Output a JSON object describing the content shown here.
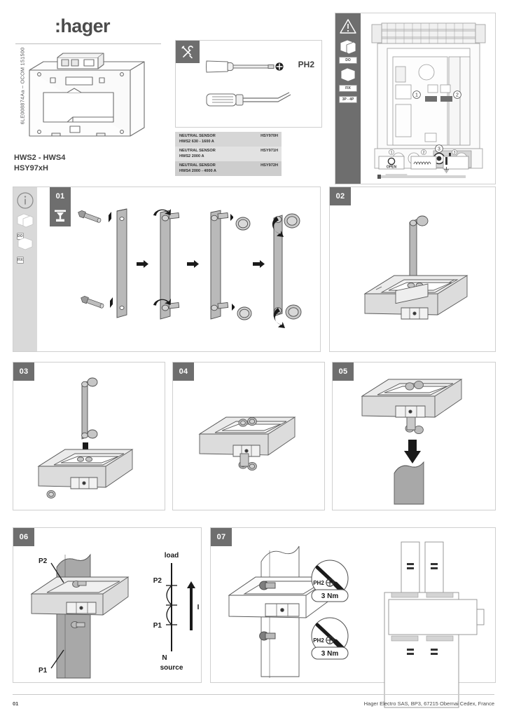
{
  "document": {
    "brand": ":hager",
    "side_code": "6LE008874Aa – OCOM 151500",
    "product_title_line1": "HWS2 - HWS4",
    "product_title_line2": "HSY97xH"
  },
  "tools": {
    "icon": "tools-icon",
    "screwdriver_label": "PH2"
  },
  "reference_table": {
    "rows": [
      {
        "name": "NEUTRAL SENSOR\nHWS2 630 - 1600 A",
        "reference": "HSY970H"
      },
      {
        "name": "NEUTRAL SENSOR\nHWS2 2000 A",
        "reference": "HSY971H"
      },
      {
        "name": "NEUTRAL SENSOR\nHWS4 2000 - 4000 A",
        "reference": "HSY972H"
      }
    ]
  },
  "warning_panel": {
    "icons": [
      "warning-triangle-icon",
      "disconnect-icon",
      "fix-icon"
    ],
    "label_do": "DO",
    "label_fix": "FIX",
    "label_poles": "3P - 4P",
    "callout_1": "1",
    "callout_2": "2",
    "callout_3": "3",
    "legend": [
      {
        "num": "1",
        "text": "OPEN"
      },
      {
        "num": "2",
        "text": ""
      },
      {
        "num": "3",
        "text": ""
      }
    ]
  },
  "steps": [
    {
      "id": "01",
      "number": "01",
      "tool_icon": "press-tool-icon",
      "info_icon": "info-icon",
      "label_do": "DO",
      "label_fix": "FIX"
    },
    {
      "id": "02",
      "number": "02"
    },
    {
      "id": "03",
      "number": "03"
    },
    {
      "id": "04",
      "number": "04"
    },
    {
      "id": "05",
      "number": "05"
    },
    {
      "id": "06",
      "number": "06",
      "labels": {
        "p1": "P1",
        "p2": "P2"
      },
      "diagram": {
        "load": "load",
        "source": "source",
        "neutral": "N",
        "current": "I",
        "p1": "P1",
        "p2": "P2"
      }
    },
    {
      "id": "07",
      "number": "07",
      "callouts": [
        {
          "driver": "PH2",
          "torque": "3 Nm"
        },
        {
          "driver": "PH2",
          "torque": "3 Nm"
        }
      ]
    }
  ],
  "footer": {
    "page": "01",
    "company": "Hager Electro SAS, BP3, 67215 Obernai Cedex, France"
  },
  "colors": {
    "badge_gray": "#6e6e6e",
    "panel_border": "#cfcfcf",
    "part_fill": "#c8c8c8",
    "text": "#3a3a3a"
  }
}
